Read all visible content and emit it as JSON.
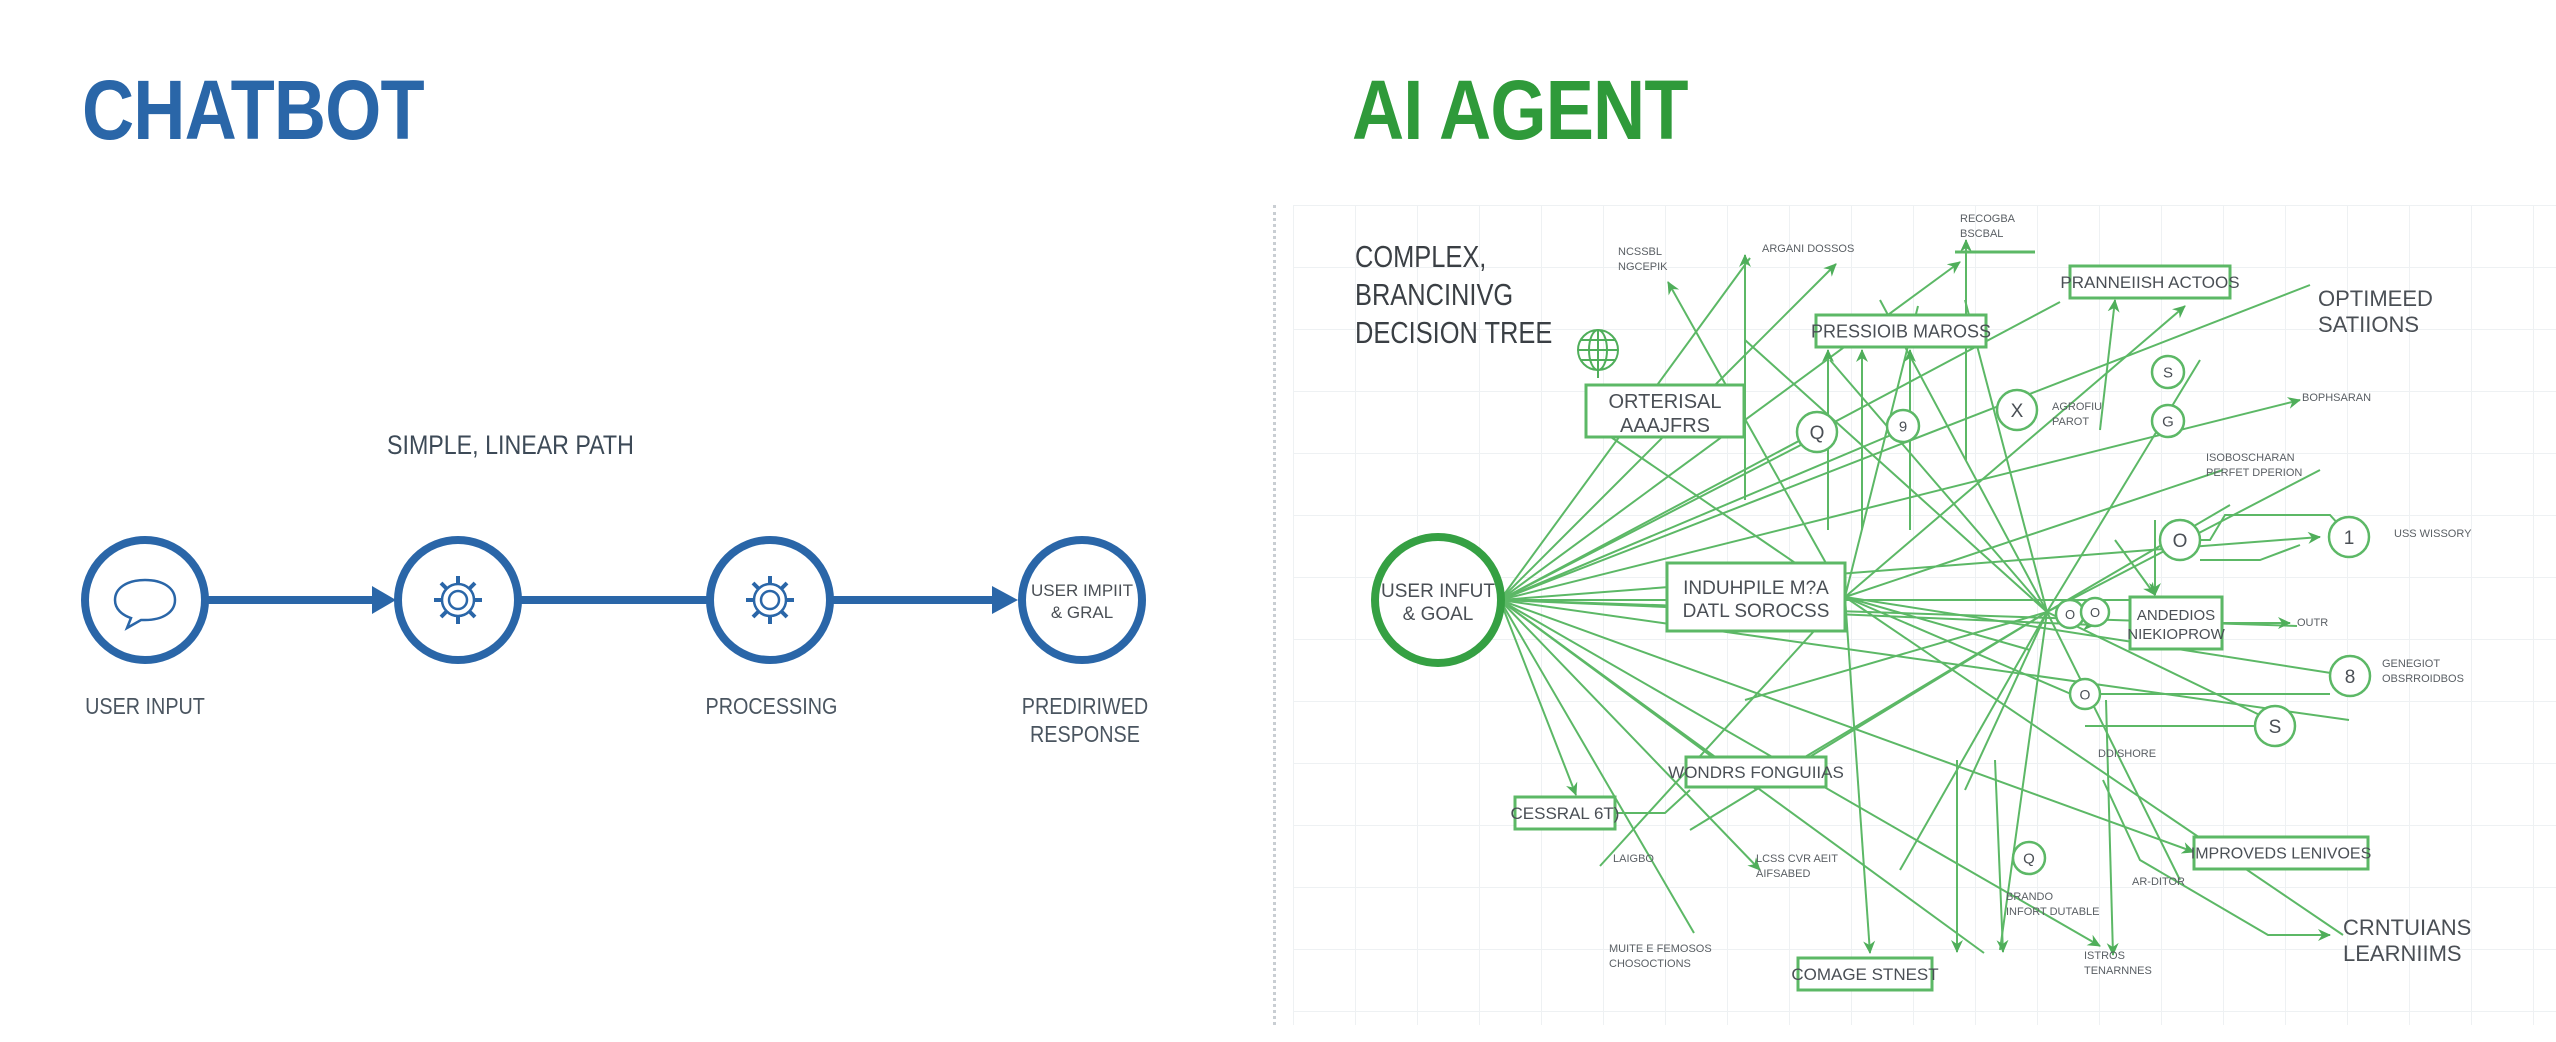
{
  "colors": {
    "chatbot_blue": "#2a66a8",
    "agent_green": "#2f9a3a",
    "line_green": "#5cb866",
    "text_dark": "#3a3f44"
  },
  "chatbot": {
    "title": "CHATBOT",
    "subtitle": "SIMPLE, LINEAR PATH",
    "steps": [
      {
        "icon": "speech-bubble-icon",
        "label": "USER INPUT",
        "inner_text": ""
      },
      {
        "icon": "gear-icon",
        "label": "",
        "inner_text": ""
      },
      {
        "icon": "gear-icon",
        "label": "PROCESSING",
        "inner_text": ""
      },
      {
        "icon": "",
        "label_line1": "PREDIRIWED",
        "label_line2": "RESPONSE",
        "inner_line1": "USER IMPIIT",
        "inner_line2": "& GRAL"
      }
    ]
  },
  "agent": {
    "title": "AI AGENT",
    "heading_lines": [
      "COMPLEX,",
      "BRANCINIVG",
      "DECISION TREE"
    ],
    "hub": {
      "line1": "USER INFUT",
      "line2": "& GOAL"
    },
    "boxes": [
      {
        "id": "external",
        "line1": "ORTERISAL",
        "line2": "AAAJFRS"
      },
      {
        "id": "processing",
        "line1": "PRESSIOIB MAROSS",
        "line2": ""
      },
      {
        "id": "multiple-data",
        "line1": "INDUHPILE M?A",
        "line2": "DATL SOROCSS"
      },
      {
        "id": "actions",
        "line1": "PRANNEIISH ACTOOS",
        "line2": ""
      },
      {
        "id": "analytics",
        "line1": "ANDEDIOS",
        "line2": "NIEKIOPROW"
      },
      {
        "id": "wonders",
        "line1": "WONDRS FONGUIIAS",
        "line2": ""
      },
      {
        "id": "central",
        "line1": "CESSRAL 6T)",
        "line2": ""
      },
      {
        "id": "change",
        "line1": "COMAGE STNEST",
        "line2": ""
      },
      {
        "id": "improved",
        "line1": "IMPROVEDS LENIVOES",
        "line2": ""
      }
    ],
    "outcomes": [
      {
        "id": "optimized",
        "line1": "OPTIMEED",
        "line2": "SATIIONS"
      },
      {
        "id": "continuous",
        "line1": "CRNTUIANS",
        "line2": "LEARNIIMS"
      }
    ],
    "small_labels": [
      {
        "id": "top-left",
        "line1": "NCSSBL",
        "line2": "NGCEPIK"
      },
      {
        "id": "top-mid",
        "line1": "ARGANI DOSSOS",
        "line2": ""
      },
      {
        "id": "top-right",
        "line1": "RECOGBA",
        "line2": "BSCBAL"
      },
      {
        "id": "star-note",
        "line1": "AGROFIU",
        "line2": "PAROT"
      },
      {
        "id": "right-1",
        "line1": "BOPHSARAN",
        "line2": ""
      },
      {
        "id": "right-2",
        "line1": "ISOBOSCHARAN",
        "line2": "PERFET DPERION"
      },
      {
        "id": "uses-wisdom",
        "line1": "USS WISSORY",
        "line2": ""
      },
      {
        "id": "out",
        "line1": "OUTR",
        "line2": ""
      },
      {
        "id": "general",
        "line1": "GENEGIOT",
        "line2": "OBSRROIDBOS"
      },
      {
        "id": "ddss",
        "line1": "DDISHORE",
        "line2": ""
      },
      {
        "id": "lead",
        "line1": "LAIGBO",
        "line2": ""
      },
      {
        "id": "lcss",
        "line1": "LCSS CVR AEIT",
        "line2": "AIFSABED"
      },
      {
        "id": "multiple",
        "line1": "MUITE E FEMOSOS",
        "line2": "CHOSOCTIONS"
      },
      {
        "id": "branding",
        "line1": "BRANDO",
        "line2": "INFORT DUTABLE"
      },
      {
        "id": "bottom-right",
        "line1": "ISTROS",
        "line2": "TENARNNES"
      },
      {
        "id": "ar-ditor",
        "line1": "AR-DITOR",
        "line2": ""
      }
    ],
    "circle_glyphs": [
      "Q",
      "9",
      "X",
      "G",
      "O",
      "O",
      "O",
      "S",
      "1",
      "8",
      "O",
      "S"
    ]
  }
}
